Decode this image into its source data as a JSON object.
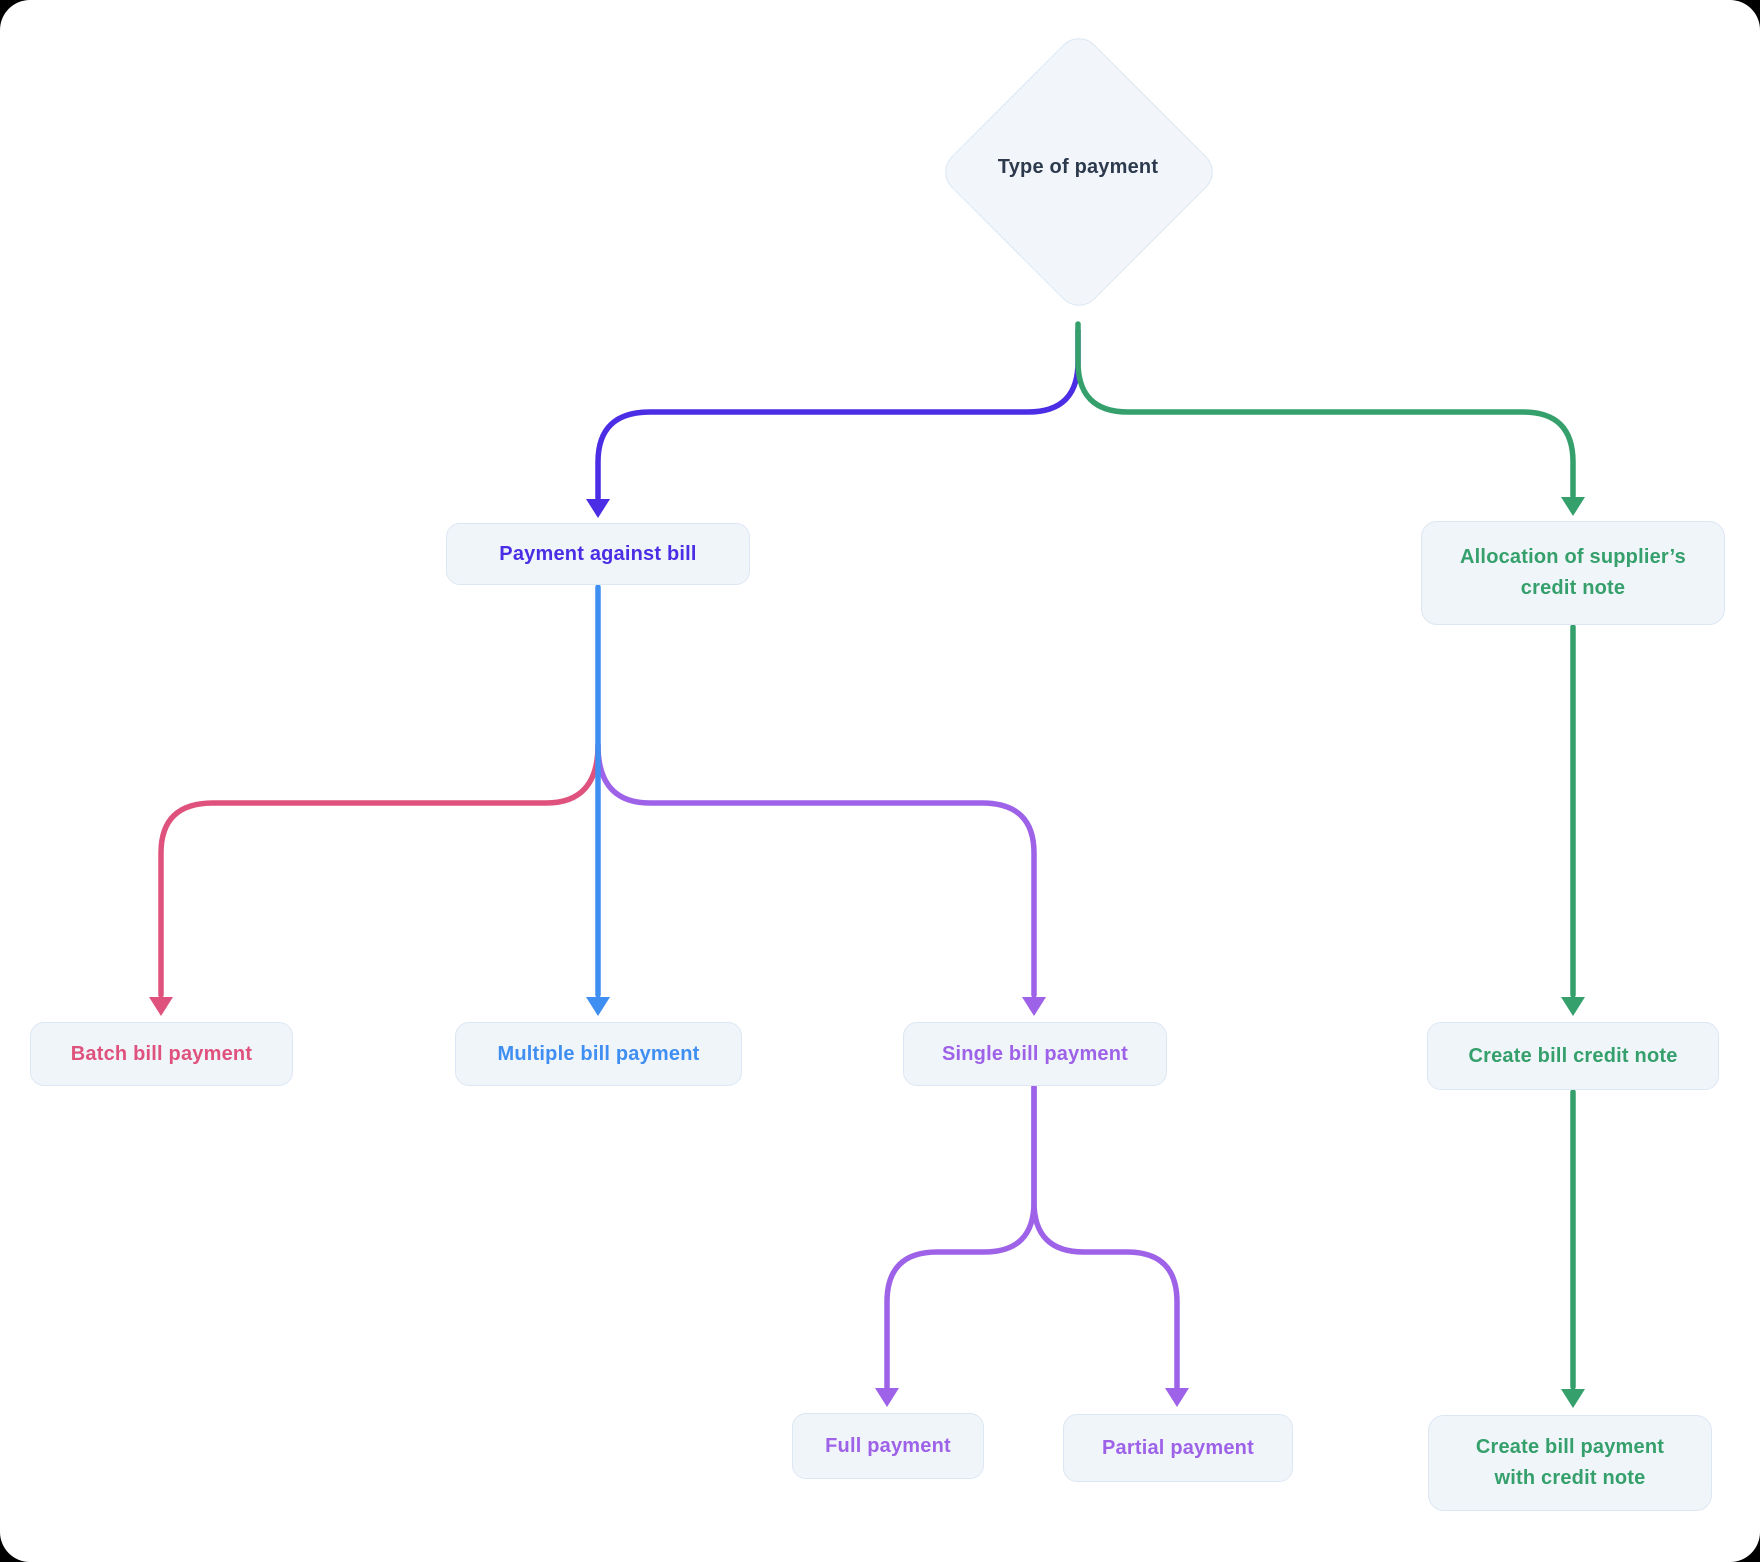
{
  "canvas": {
    "outer_background": "#000000",
    "background": "#ffffff"
  },
  "colors": {
    "indigo": "#4a2de4",
    "blue": "#3f8ef2",
    "pink": "#e0527e",
    "purple": "#9e62e8",
    "green": "#35a06b",
    "navy": "#2d3a4d",
    "node_bg": "#f0f5fa",
    "node_border": "#dde7f3"
  },
  "nodes": {
    "type_of_payment": {
      "label": "Type of payment",
      "shape": "diamond"
    },
    "payment_against_bill": {
      "label": "Payment against bill"
    },
    "allocation_supplier_credit_note": {
      "label": "Allocation of supplier’s\ncredit note"
    },
    "batch_bill_payment": {
      "label": "Batch bill payment"
    },
    "multiple_bill_payment": {
      "label": "Multiple bill payment"
    },
    "single_bill_payment": {
      "label": "Single bill payment"
    },
    "create_bill_credit_note": {
      "label": "Create bill credit note"
    },
    "full_payment": {
      "label": "Full payment"
    },
    "partial_payment": {
      "label": "Partial payment"
    },
    "create_bill_payment_with_credit_note": {
      "label": "Create bill payment\nwith credit note"
    }
  },
  "edges": [
    {
      "from": "type_of_payment",
      "to": "payment_against_bill",
      "color": "indigo"
    },
    {
      "from": "type_of_payment",
      "to": "allocation_supplier_credit_note",
      "color": "green"
    },
    {
      "from": "payment_against_bill",
      "to": "batch_bill_payment",
      "color": "pink"
    },
    {
      "from": "payment_against_bill",
      "to": "multiple_bill_payment",
      "color": "blue"
    },
    {
      "from": "payment_against_bill",
      "to": "single_bill_payment",
      "color": "purple"
    },
    {
      "from": "single_bill_payment",
      "to": "full_payment",
      "color": "purple"
    },
    {
      "from": "single_bill_payment",
      "to": "partial_payment",
      "color": "purple"
    },
    {
      "from": "allocation_supplier_credit_note",
      "to": "create_bill_credit_note",
      "color": "green"
    },
    {
      "from": "create_bill_credit_note",
      "to": "create_bill_payment_with_credit_note",
      "color": "green"
    }
  ]
}
